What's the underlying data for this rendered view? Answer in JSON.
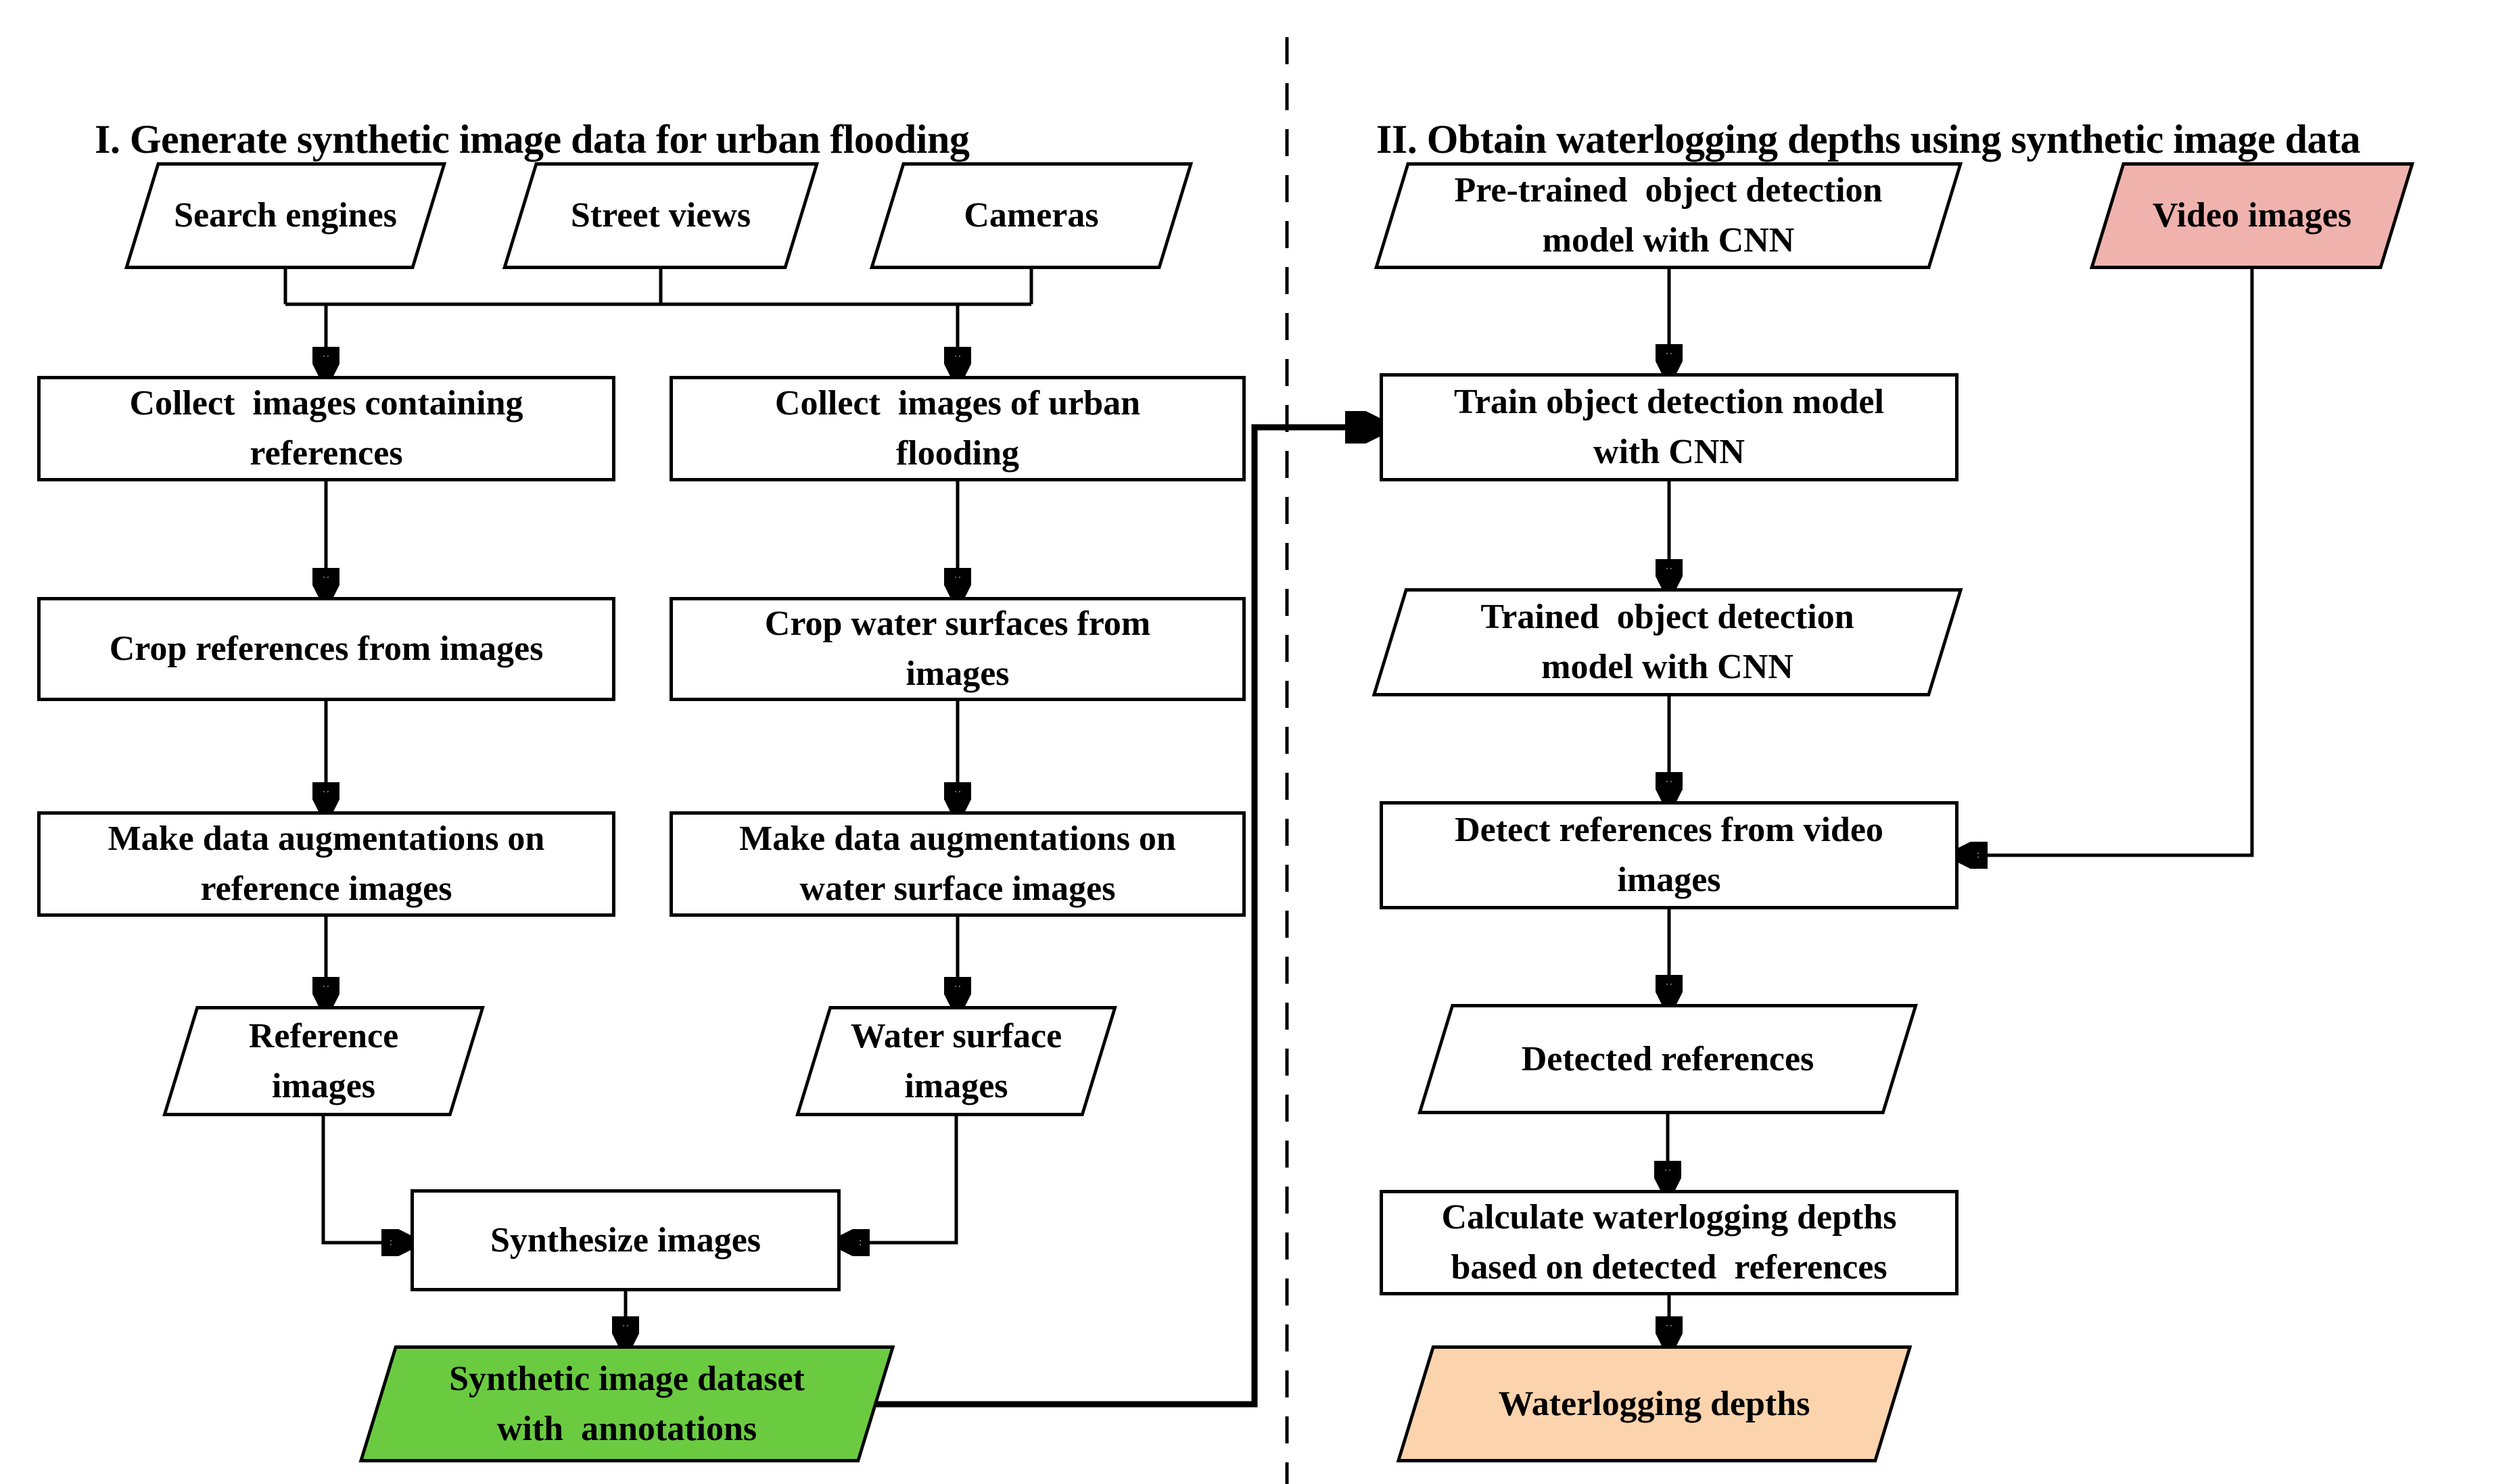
{
  "sections": {
    "left": {
      "title": "I. Generate synthetic image data for urban flooding",
      "search": {
        "l1": "Search engines"
      },
      "street": {
        "l1": "Street views"
      },
      "cameras": {
        "l1": "Cameras"
      },
      "collect_ref": {
        "l1": "Collect  images containing",
        "l2": "references"
      },
      "collect_flood": {
        "l1": "Collect  images of urban",
        "l2": "flooding"
      },
      "crop_ref": {
        "l1": "Crop references from images"
      },
      "crop_water": {
        "l1": "Crop water surfaces from",
        "l2": "images"
      },
      "aug_ref": {
        "l1": "Make data augmentations on",
        "l2": "reference images"
      },
      "aug_water": {
        "l1": "Make data augmentations on",
        "l2": "water surface images"
      },
      "ref_images": {
        "l1": "Reference",
        "l2": "images"
      },
      "water_images": {
        "l1": "Water surface",
        "l2": "images"
      },
      "synthesize": {
        "l1": "Synthesize images"
      },
      "dataset": {
        "l1": "Synthetic image dataset",
        "l2": "with  annotations",
        "fill": "#6ACB41"
      }
    },
    "right": {
      "title": "II. Obtain waterlogging depths using synthetic image data",
      "pretrained": {
        "l1": "Pre-trained  object detection",
        "l2": "model with CNN"
      },
      "video": {
        "l1": "Video images",
        "fill": "#F0B2AD"
      },
      "train": {
        "l1": "Train object detection model",
        "l2": "with CNN"
      },
      "trained": {
        "l1": "Trained  object detection",
        "l2": "model with CNN"
      },
      "detect": {
        "l1": "Detect references from video",
        "l2": "images"
      },
      "detected": {
        "l1": "Detected references"
      },
      "calculate": {
        "l1": "Calculate waterlogging depths",
        "l2": "based on detected  references"
      },
      "depths": {
        "l1": "Waterlogging depths",
        "fill": "#FBD3AD"
      }
    }
  },
  "colors": {
    "line": "#000000",
    "node_fill": "#FFFFFF",
    "dataset_green": "#6ACB41",
    "video_pink": "#F0B2AD",
    "depths_peach": "#FBD3AD"
  }
}
